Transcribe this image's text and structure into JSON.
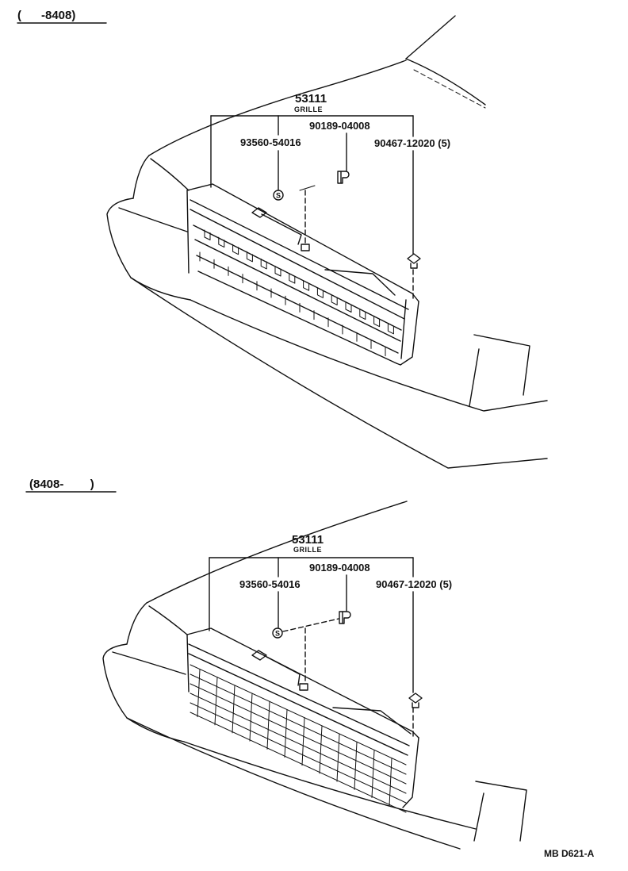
{
  "panel_top": {
    "range_label": "(      -8408)",
    "part_number": "53111",
    "part_name": "GRILLE",
    "clip_part": "90189-04008",
    "screw_part": "93560-54016",
    "retainer_part": "90467-12020 (5)",
    "screw_symbol": "S"
  },
  "panel_bottom": {
    "range_label": "(8408-        )",
    "part_number": "53111",
    "part_name": "GRILLE",
    "clip_part": "90189-04008",
    "screw_part": "93560-54016",
    "retainer_part": "90467-12020 (5)",
    "screw_symbol": "S"
  },
  "diagram_code": "MB D621-A"
}
